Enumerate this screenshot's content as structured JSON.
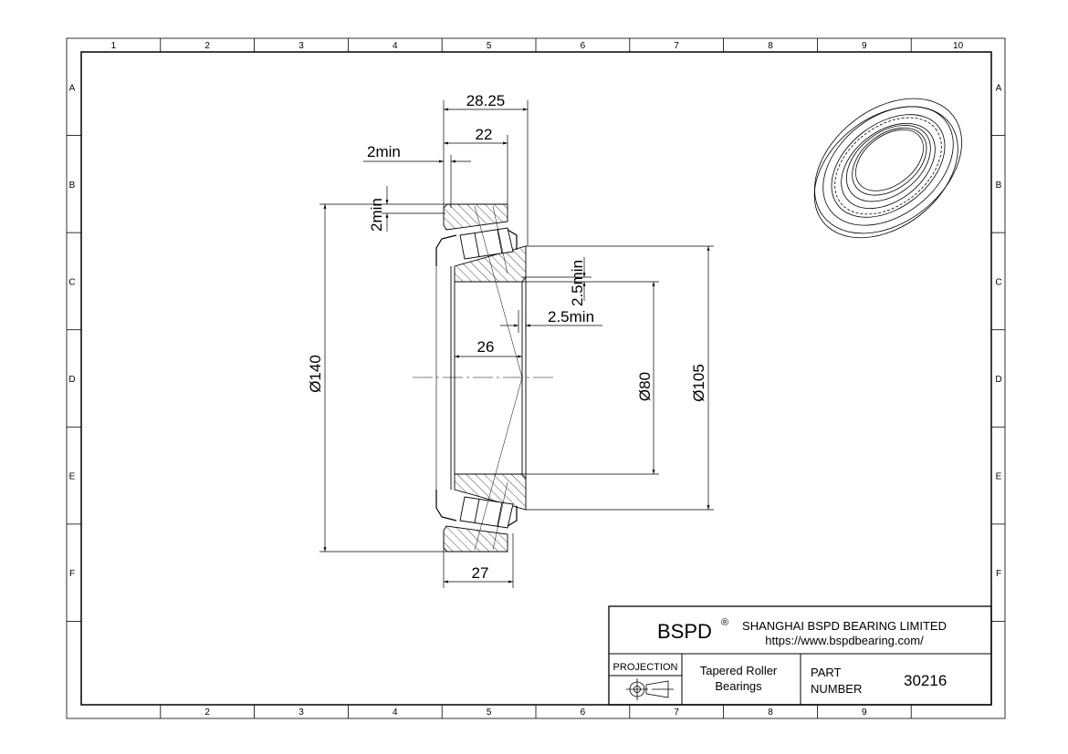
{
  "frame": {
    "columns_top": [
      "1",
      "2",
      "3",
      "4",
      "5",
      "6",
      "7",
      "8",
      "9",
      "10"
    ],
    "columns_bottom": [
      "",
      "2",
      "3",
      "4",
      "5",
      "6",
      "7",
      "8",
      "9",
      ""
    ],
    "rows": [
      "A",
      "B",
      "C",
      "D",
      "E",
      "F"
    ]
  },
  "dimensions": {
    "overall_width": "28.25",
    "cup_width": "22",
    "cup_chamfer_axial": "2min",
    "cup_chamfer_radial": "2min",
    "cone_chamfer_radial": "2.5min",
    "cone_chamfer_axial": "2.5min",
    "cone_width": "26",
    "bore": "Ø80",
    "cone_od": "Ø105",
    "outer_diameter": "Ø140",
    "bottom_width": "27"
  },
  "title_block": {
    "logo": "BSPD",
    "logo_mark": "®",
    "company": "SHANGHAI BSPD BEARING LIMITED",
    "website": "https://www.bspdbearing.com/",
    "projection_label": "PROJECTION",
    "description_line1": "Tapered Roller",
    "description_line2": "Bearings",
    "part_label_line1": "PART",
    "part_label_line2": "NUMBER",
    "part_number": "30216"
  },
  "colors": {
    "line": "#000000",
    "background": "#ffffff"
  }
}
